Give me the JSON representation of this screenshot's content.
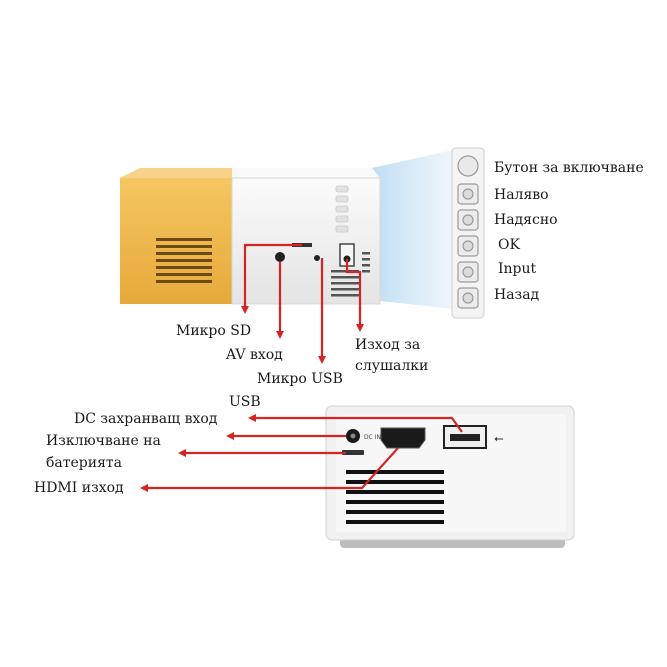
{
  "colors": {
    "arrow": "#d62424",
    "projector_orange": "#f0b845",
    "projector_white": "#f2f2f2",
    "light_beam": "#cfe6f7",
    "text": "#1a1a1a"
  },
  "button_panel": {
    "labels": [
      "Бутон за включване",
      "Наляво",
      "Надясно",
      "OK",
      "Input",
      "Назад"
    ]
  },
  "top_view_labels": {
    "micro_sd": "Микро SD",
    "av_in": "AV вход",
    "micro_usb": "Микро USB",
    "headphone_line1": "Изход за",
    "headphone_line2": "слушалки"
  },
  "bottom_view_labels": {
    "usb": "USB",
    "dc_power": "DC захранващ вход",
    "battery_off_line1": "Изключване на",
    "battery_off_line2": "батерията",
    "hdmi_out": "HDMI изход"
  },
  "device_markings": {
    "dc_in": "DC IN",
    "usb_symbol": "⭠"
  }
}
